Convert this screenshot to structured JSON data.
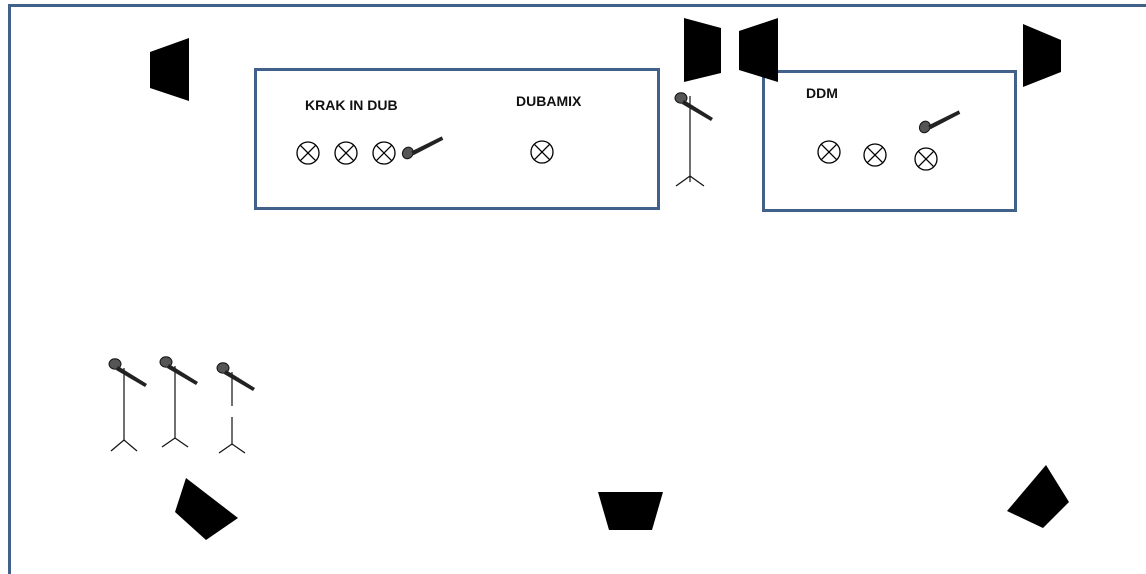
{
  "stage": {
    "areas": [
      {
        "id": "krak-in-dub-dubamix",
        "labels": [
          "KRAK IN DUB",
          "DUBAMIX"
        ]
      },
      {
        "id": "ddm",
        "labels": [
          "DDM"
        ]
      }
    ]
  },
  "legend_colors": {
    "border": "#41608a",
    "equipment": "#000000"
  },
  "icons": [
    "speaker-icon",
    "monitor-wedge-icon",
    "microphone-icon",
    "mic-stand-icon",
    "light-fixture-icon"
  ]
}
